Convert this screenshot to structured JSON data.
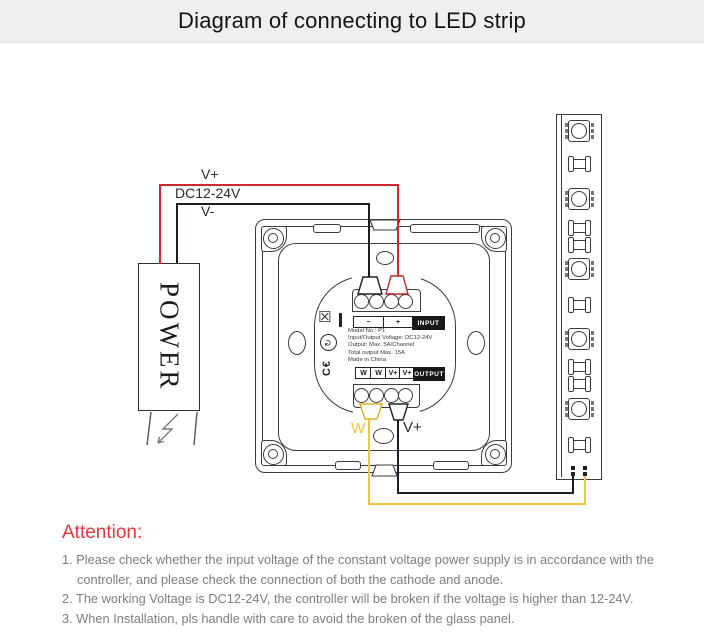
{
  "title_bar": {
    "title": "Diagram of connecting to LED strip"
  },
  "diagram": {
    "power": {
      "label": "POWER"
    },
    "wires": {
      "v_plus_label": "V+",
      "supply_label": "DC12-24V",
      "v_minus_label": "V-",
      "w_label": "W",
      "v_plus_out_label": "V+"
    },
    "controller": {
      "input_terminal_cells": [
        "−",
        "+"
      ],
      "input_terminal_title": "INPUT",
      "output_terminal_cells": [
        "W",
        "W",
        "V+",
        "V+"
      ],
      "output_terminal_title": "OUTPUT",
      "spec_lines": [
        "Model No.: P1",
        "Input/Output Voltage: DC12-24V",
        "Output: Max. 5A/Channel",
        "Total output Max. 15A",
        "Made in China"
      ],
      "cert_icons": [
        "weee-icon",
        "rohs-icon",
        "ce-icon"
      ],
      "ce_text": "C€",
      "weee_glyph": "☒",
      "rohs_glyph": "↻"
    },
    "led_strip": {
      "pattern": [
        "led",
        "resistor",
        "led",
        "resistor",
        "resistor",
        "led",
        "resistor",
        "led",
        "resistor",
        "resistor",
        "led",
        "resistor"
      ]
    }
  },
  "attention": {
    "heading": "Attention:",
    "items": [
      "1. Please check whether the input voltage of the constant voltage power supply is in accordance with the controller, and please check the connection of both the cathode and anode.",
      "2. The working Voltage is DC12-24V, the controller will be broken if the voltage is higher than 12-24V.",
      "3. When Installation, pls handle with care to avoid the broken of the glass panel."
    ]
  },
  "colors": {
    "wire_red": "#cf2630",
    "wire_black": "#1d1d1d",
    "wire_yellow": "#ecc83e",
    "attention_red": "#e3353b",
    "titlebar_bg": "#efefef"
  }
}
